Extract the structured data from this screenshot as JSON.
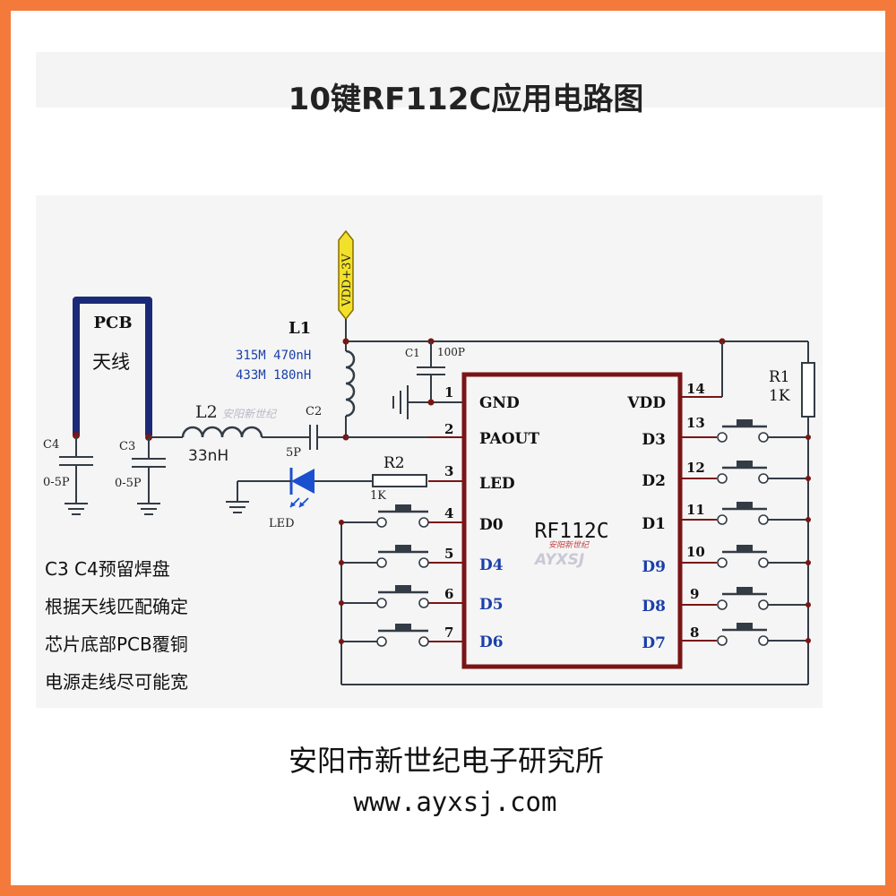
{
  "title": "10键RF112C应用电路图",
  "antenna": {
    "line1": "PCB",
    "line2": "天线"
  },
  "power_label": "VDD+3V",
  "inductors": {
    "l1": {
      "name": "L1",
      "spec1": "315M 470nH",
      "spec2": "433M 180nH"
    },
    "l2": {
      "name": "L2",
      "value": "33nH"
    }
  },
  "capacitors": {
    "c1": {
      "name": "C1",
      "value": "100P"
    },
    "c2": {
      "name": "C2",
      "value": "5P"
    },
    "c3": {
      "name": "C3",
      "value": "0-5P"
    },
    "c4": {
      "name": "C4",
      "value": "0-5P"
    }
  },
  "resistors": {
    "r1": {
      "name": "R1",
      "value": "1K"
    },
    "r2": {
      "name": "R2",
      "value": "1K"
    }
  },
  "led_label": "LED",
  "chip": {
    "name": "RF112C",
    "watermark": "安阳新世纪 AYXSJ",
    "left_pins": [
      {
        "num": "1",
        "label": "GND"
      },
      {
        "num": "2",
        "label": "PAOUT"
      },
      {
        "num": "3",
        "label": "LED"
      },
      {
        "num": "4",
        "label": "D0"
      },
      {
        "num": "5",
        "label": "D4"
      },
      {
        "num": "6",
        "label": "D5"
      },
      {
        "num": "7",
        "label": "D6"
      }
    ],
    "right_pins": [
      {
        "num": "14",
        "label": "VDD"
      },
      {
        "num": "13",
        "label": "D3"
      },
      {
        "num": "12",
        "label": "D2"
      },
      {
        "num": "11",
        "label": "D1"
      },
      {
        "num": "10",
        "label": "D9"
      },
      {
        "num": "9",
        "label": "D8"
      },
      {
        "num": "8",
        "label": "D7"
      }
    ]
  },
  "notes": [
    "C3 C4预留焊盘",
    "根据天线匹配确定",
    "芯片底部PCB覆铜",
    "电源走线尽可能宽"
  ],
  "footer": {
    "org": "安阳市新世纪电子研究所",
    "url": "www.ayxsj.com"
  },
  "colors": {
    "border": "#f47a3c",
    "chip_outline": "#7a1515",
    "antenna": "#1b2a78",
    "power_flag": "#f2e12a",
    "wire": "#333b45",
    "label_blue": "#1a3faa",
    "led": "#1a4fd0"
  }
}
